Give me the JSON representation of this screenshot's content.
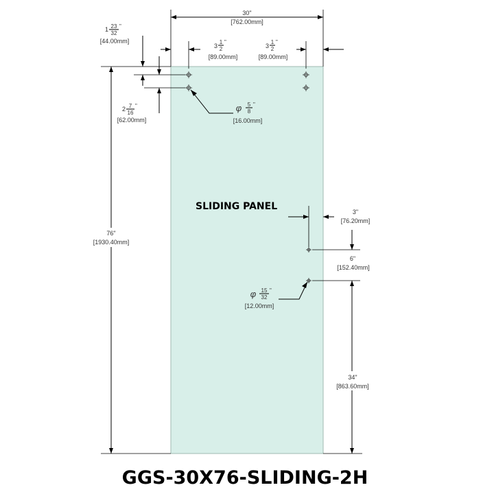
{
  "title": "GGS-30X76-SLIDING-2H",
  "panel_label": "SLIDING PANEL",
  "colors": {
    "glass": "#d8efe9",
    "glass_edge": "#9fb8b1",
    "line": "#000000"
  },
  "dimensions": {
    "width": {
      "imperial": "30\"",
      "metric": "[762.00mm]"
    },
    "left_hole_inset": {
      "whole": "3",
      "num": "1",
      "den": "2",
      "unit": "\"",
      "metric": "[89.00mm]"
    },
    "right_hole_inset": {
      "whole": "3",
      "num": "1",
      "den": "2",
      "unit": "\"",
      "metric": "[89.00mm]"
    },
    "top_hole_offset": {
      "whole": "1",
      "num": "23",
      "den": "32",
      "unit": "\"",
      "metric": "[44.00mm]"
    },
    "hole_spacing": {
      "whole": "2",
      "num": "7",
      "den": "16",
      "unit": "\"",
      "metric": "[62.00mm]"
    },
    "top_hole_dia": {
      "symbol": "φ",
      "num": "5",
      "den": "8",
      "unit": "\"",
      "metric": "[16.00mm]"
    },
    "height": {
      "imperial": "76\"",
      "metric": "[1930.40mm]"
    },
    "handle_edge_offset": {
      "imperial": "3\"",
      "metric": "[76.20mm]"
    },
    "handle_spacing": {
      "imperial": "6\"",
      "metric": "[152.40mm]"
    },
    "handle_hole_dia": {
      "symbol": "φ",
      "num": "15",
      "den": "32",
      "unit": "\"",
      "metric": "[12.00mm]"
    },
    "handle_height": {
      "imperial": "34\"",
      "metric": "[863.60mm]"
    }
  }
}
